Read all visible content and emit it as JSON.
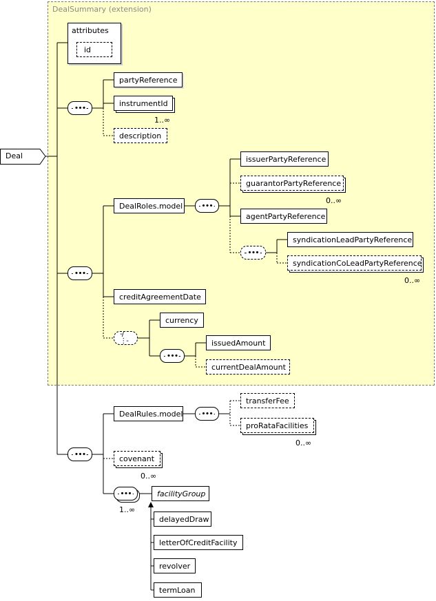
{
  "extension_label": "DealSummary (extension)",
  "root": "Deal",
  "attributes": {
    "title": "attributes",
    "items": [
      "id"
    ]
  },
  "group1": {
    "items": [
      "partyReference",
      "instrumentId",
      "description"
    ],
    "instrumentId_card": "1..∞"
  },
  "roles": {
    "model": "DealRoles.model",
    "items": [
      "issuerPartyReference",
      "guarantorPartyReference",
      "agentPartyReference"
    ],
    "guarantor_card": "0..∞",
    "synd": [
      "syndicationLeadPartyReference",
      "syndicationCoLeadPartyReference"
    ],
    "synd_card": "0..∞"
  },
  "credit": "creditAgreementDate",
  "choice": {
    "currency": "currency",
    "amounts": [
      "issuedAmount",
      "currentDealAmount"
    ]
  },
  "rules": {
    "model": "DealRules.model",
    "items": [
      "transferFee",
      "proRataFacilities"
    ],
    "proRata_card": "0..∞"
  },
  "covenant": "covenant",
  "covenant_card": "0..∞",
  "facility": {
    "group": "facilityGroup",
    "card": "1..∞",
    "items": [
      "delayedDraw",
      "letterOfCreditFacility",
      "revolver",
      "termLoan"
    ]
  }
}
